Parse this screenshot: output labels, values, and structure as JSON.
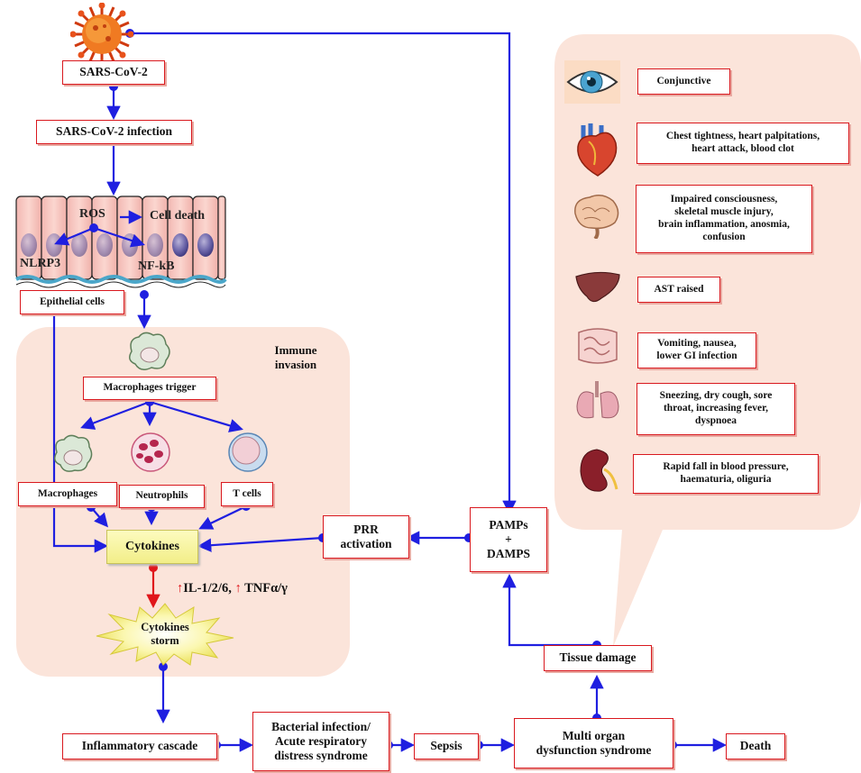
{
  "virus": {
    "label": "SARS-CoV-2"
  },
  "infection": "SARS-CoV-2 infection",
  "epithelium": {
    "ros": "ROS",
    "cell_death": "Cell death",
    "nlrp3": "NLRP3",
    "nfkb": "NF-kB",
    "label": "Epithelial cells"
  },
  "immune": {
    "title": "Immune\ninvasion",
    "trigger": "Macrophages trigger",
    "cells": [
      {
        "label": "Macrophages",
        "icon": "macrophage-icon"
      },
      {
        "label": "Neutrophils",
        "icon": "neutrophil-icon"
      },
      {
        "label": "T cells",
        "icon": "t-cell-icon"
      }
    ],
    "cytokines": "Cytokines",
    "il_arrow1": "↑",
    "il_text1": "IL-1/2/6,",
    "il_arrow2": "↑",
    "il_text2": " TNFα/γ",
    "storm": "Cytokines\nstorm"
  },
  "prr": "PRR\nactivation",
  "pamps": "PAMPs\n+\nDAMPS",
  "tissue_damage": "Tissue damage",
  "bottom_chain": {
    "inflammatory": "Inflammatory cascade",
    "bacterial": "Bacterial infection/\nAcute respiratory\ndistress syndrome",
    "sepsis": "Sepsis",
    "multi_organ": "Multi organ\ndysfunction syndrome",
    "death": "Death"
  },
  "organs": [
    {
      "icon": "eye-icon",
      "text": "Conjunctive"
    },
    {
      "icon": "heart-icon",
      "text": "Chest tightness, heart palpitations,\nheart attack, blood clot"
    },
    {
      "icon": "brain-icon",
      "text": "Impaired consciousness,\nskeletal muscle injury,\nbrain inflammation, anosmia,\nconfusion"
    },
    {
      "icon": "liver-icon",
      "text": "AST raised"
    },
    {
      "icon": "intestine-icon",
      "text": "Vomiting, nausea,\nlower GI infection"
    },
    {
      "icon": "lungs-icon",
      "text": "Sneezing, dry cough, sore\nthroat, increasing fever,\ndyspnoea"
    },
    {
      "icon": "kidney-icon",
      "text": "Rapid fall in blood pressure,\nhaematuria, oliguria"
    }
  ],
  "colors": {
    "arrow": "#1f1fe0",
    "box_border": "#d9181e",
    "panel": "#fbe4da",
    "storm_arrow": "#e0161b"
  }
}
